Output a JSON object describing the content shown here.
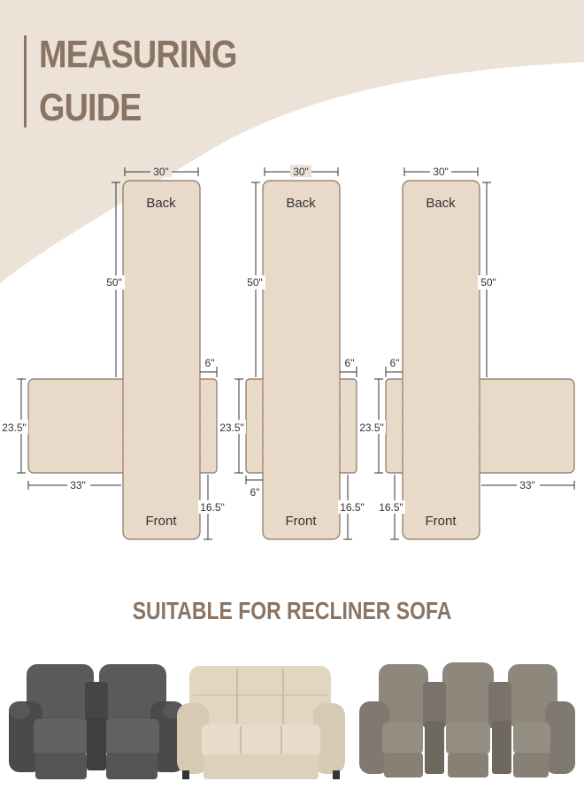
{
  "heading": {
    "line1": "MEASURING",
    "line2": "GUIDE"
  },
  "colors": {
    "accent": "#8a7463",
    "panel_fill": "#e8d9c9",
    "panel_stroke": "#8a7463",
    "header_band": "#ece2d7"
  },
  "diagrams": [
    {
      "back_label": "Back",
      "front_label": "Front",
      "width": "30\"",
      "back_length": "50\"",
      "arm_gap": "6\"",
      "arm_height": "23.5\"",
      "arm_length": "33\"",
      "front_length": "16.5\""
    },
    {
      "back_label": "Back",
      "front_label": "Front",
      "width": "30\"",
      "back_length": "50\"",
      "arm_gap_right": "6\"",
      "arm_height": "23.5\"",
      "arm_gap_left": "6\"",
      "front_length": "16.5\""
    },
    {
      "back_label": "Back",
      "front_label": "Front",
      "width": "30\"",
      "back_length": "50\"",
      "arm_gap": "6\"",
      "arm_height": "23.5\"",
      "arm_length": "33\"",
      "front_length": "16.5\""
    }
  ],
  "suitable_text": "SUITABLE FOR RECLINER SOFA",
  "sofas": [
    {
      "icon": "loveseat-recliner-icon",
      "color": "#4e4e50"
    },
    {
      "icon": "three-seat-recliner-icon",
      "color": "#d8ccb6"
    },
    {
      "icon": "console-recliner-icon",
      "color": "#857e74"
    }
  ]
}
